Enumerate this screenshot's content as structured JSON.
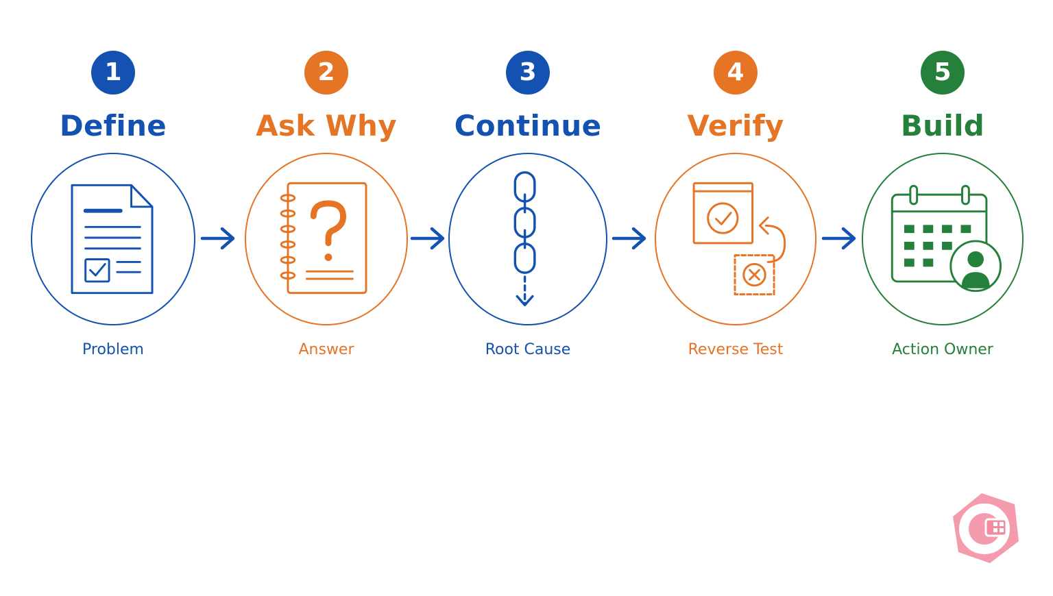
{
  "colors": {
    "blue": "#1352b0",
    "orange": "#e57424",
    "green": "#24803a",
    "logo_pink": "#f28aa0"
  },
  "steps": [
    {
      "number": "1",
      "title": "Define",
      "label": "Problem",
      "color": "#1352b0",
      "icon": "document-checklist-icon"
    },
    {
      "number": "2",
      "title": "Ask Why",
      "label": "Answer",
      "color": "#e57424",
      "icon": "notebook-question-icon"
    },
    {
      "number": "3",
      "title": "Continue",
      "label": "Root Cause",
      "color": "#1352b0",
      "icon": "chain-link-icon"
    },
    {
      "number": "4",
      "title": "Verify",
      "label": "Reverse Test",
      "color": "#e57424",
      "icon": "reverse-test-icon"
    },
    {
      "number": "5",
      "title": "Build",
      "label": "Action Owner",
      "color": "#24803a",
      "icon": "calendar-owner-icon"
    }
  ],
  "connectors": {
    "color": "#1352b0",
    "icon": "arrow-right-icon"
  },
  "logo": {
    "icon": "brand-logo-icon"
  }
}
